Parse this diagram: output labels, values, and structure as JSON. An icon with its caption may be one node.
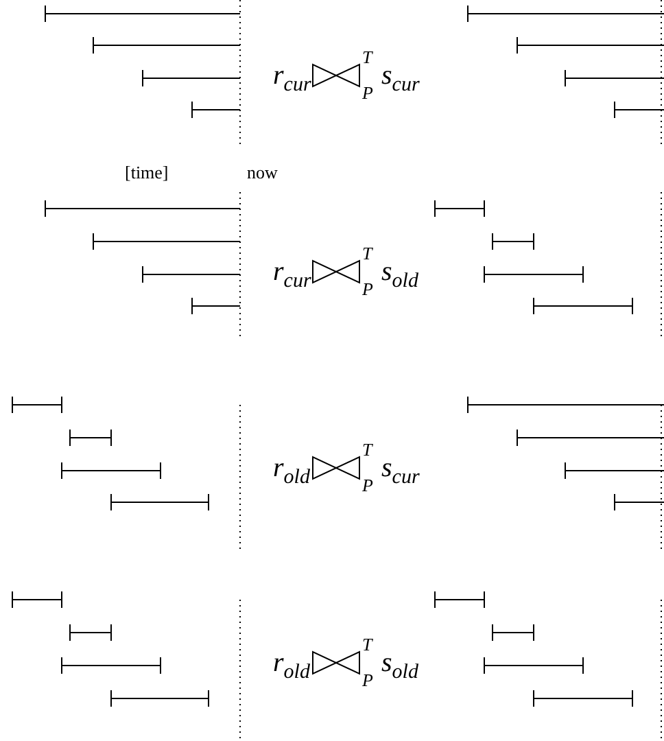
{
  "diagram": {
    "labels": [
      "r$_{cur}$",
      "T",
      "P",
      "s$_{cur}$",
      "[time]",
      "now",
      "r$_{cur}$",
      "T",
      "P",
      "s$_{old}$",
      "r$_{old}$",
      "T",
      "P",
      "s$_{cur}$",
      "r$_{old}$",
      "T",
      "P",
      "s$_{old}$"
    ]
  }
}
